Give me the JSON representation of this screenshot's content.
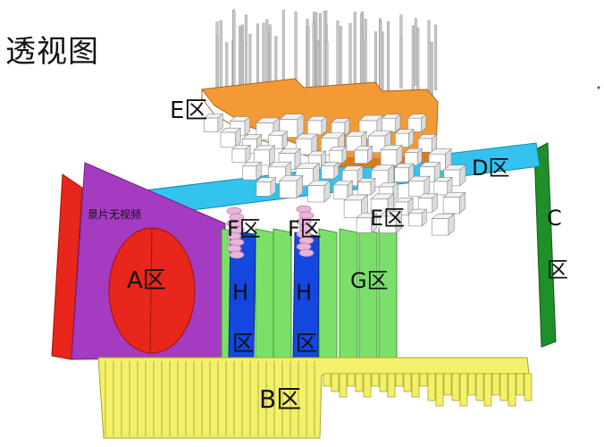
{
  "title": "透视图",
  "zones": {
    "a": {
      "label": "A区",
      "color": "#e8261c"
    },
    "b": {
      "label": "B区",
      "color": "#f3f06a"
    },
    "c": {
      "label": "C区",
      "color": "#1f8f2a"
    },
    "d": {
      "label": "D区",
      "color": "#33c3ee"
    },
    "e": {
      "label": "E区",
      "color": "#f49a34"
    },
    "f": {
      "label": "F区",
      "color": "#e9b4dc"
    },
    "g": {
      "label": "G区",
      "color": "#7be06a"
    },
    "h": {
      "label": "H区",
      "color": "#1446e0"
    }
  },
  "sign": "景片无视频",
  "c_label_top": "C",
  "c_label_bottom": "区",
  "h_label_top": "H",
  "h_label_bottom": "区",
  "accent_purple": "#a53bc0"
}
